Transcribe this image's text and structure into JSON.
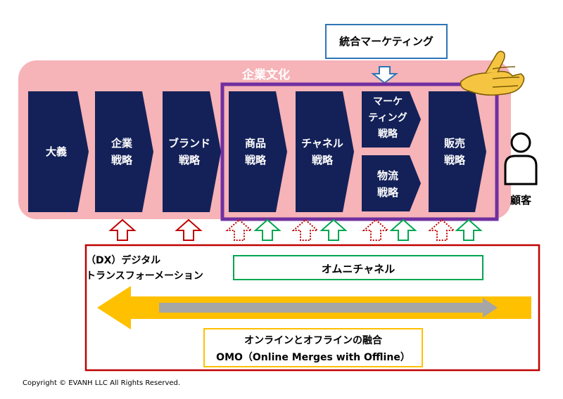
{
  "title_box": "統合マーケティング",
  "culture_label": "企業文化",
  "steps": {
    "taigi": "大義",
    "kigyo_senryaku": "企業\n戦略",
    "brand_senryaku": "ブランド\n戦略",
    "shohin_senryaku": "商品\n戦略",
    "channel_senryaku": "チャネル\n戦略",
    "marketing_senryaku": "マーケ\nティング\n戦略",
    "butsuryu_senryaku": "物流\n戦略",
    "hanbai_senryaku": "販売\n戦略"
  },
  "customer_label": "顧客",
  "dx_label_line1": "（DX）デジタル",
  "dx_label_line2": "トランスフォーメーション",
  "omni_label": "オムニチャネル",
  "omo_line1": "オンラインとオフラインの融合",
  "omo_line2": "OMO（Online Merges with Offline）",
  "copyright": "Copyright © EVANH LLC All Rights Reserved.",
  "colors": {
    "navy": "#142158",
    "pink": "#f6b3b8",
    "purple": "#7030a0",
    "blue_border": "#2e75b6",
    "red": "#c00000",
    "green": "#00a651",
    "gold": "#ffc000",
    "gray": "#a6a6a6"
  }
}
